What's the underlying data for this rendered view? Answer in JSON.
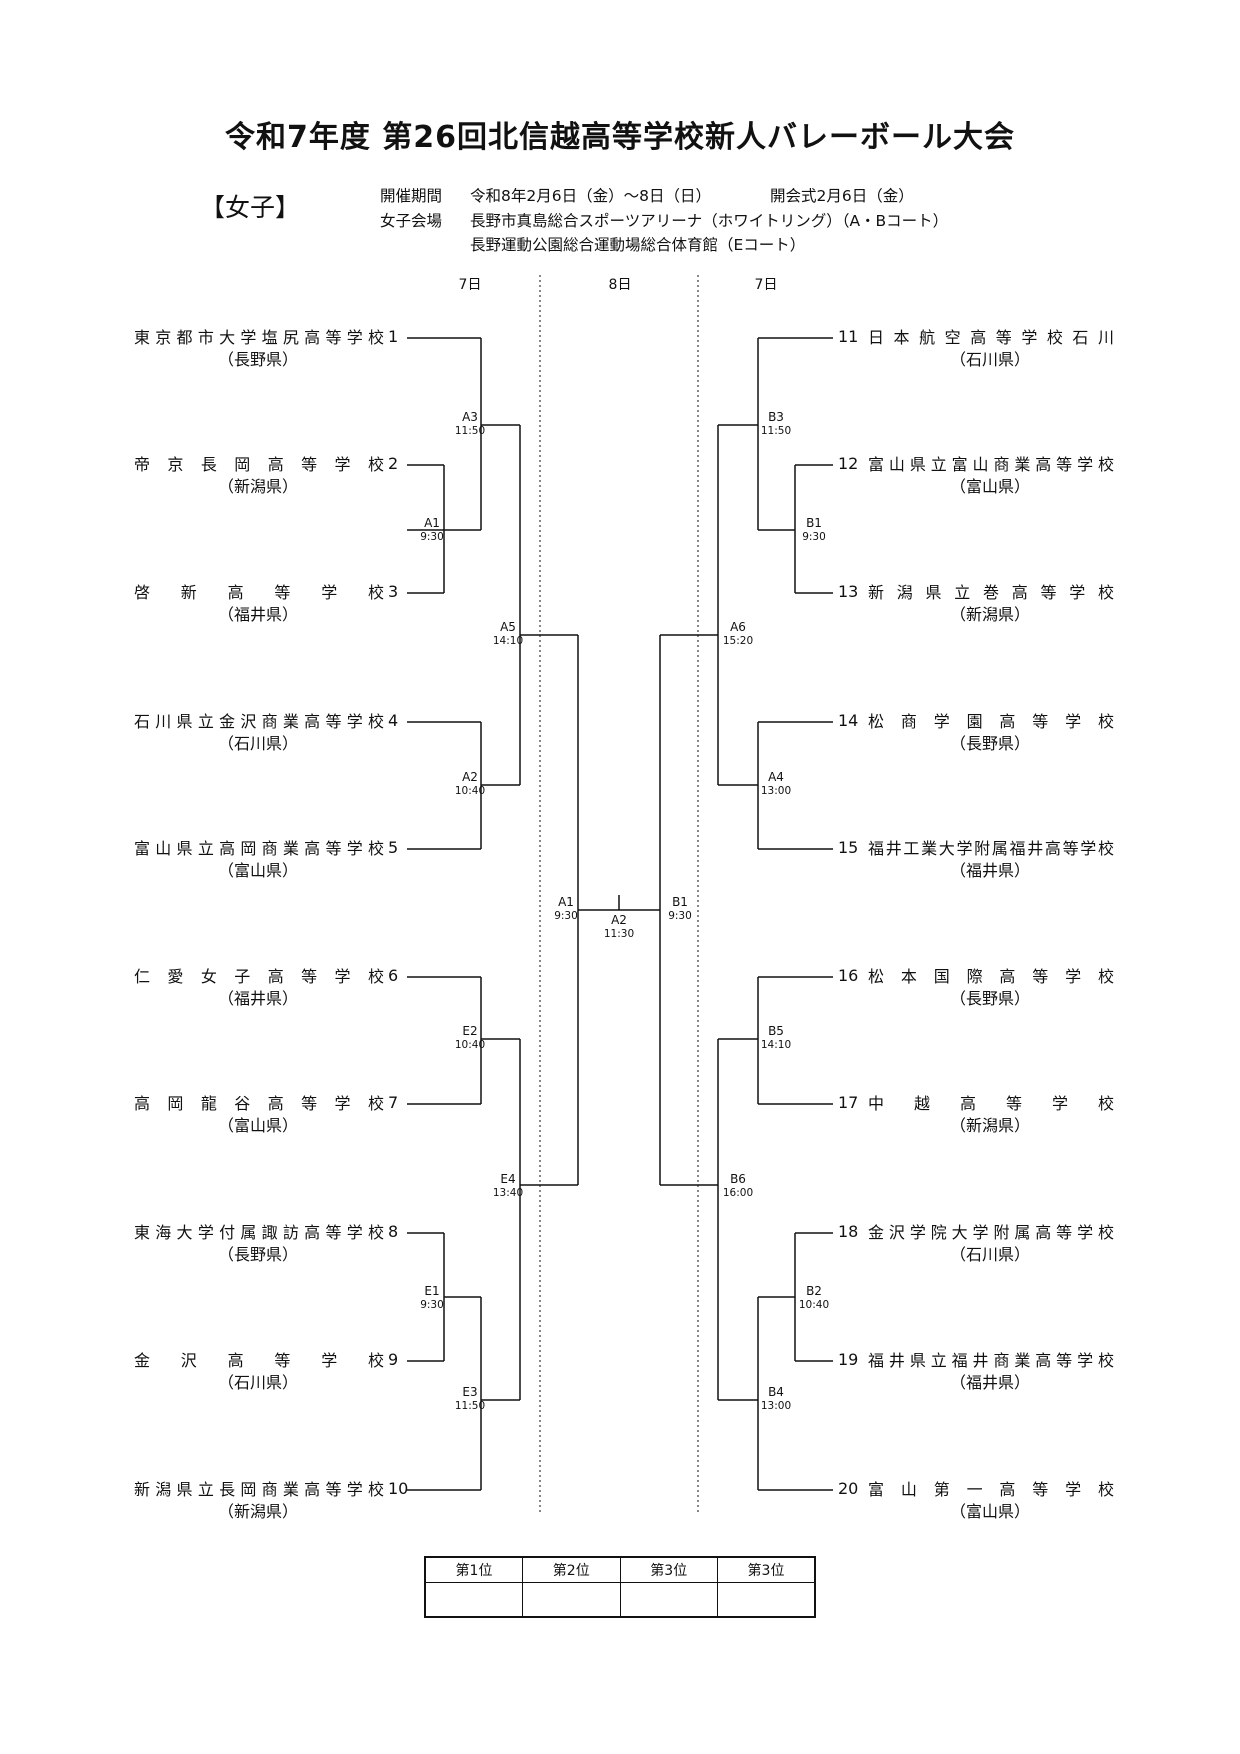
{
  "title": "令和7年度 第26回北信越高等学校新人バレーボール大会",
  "category": "【女子】",
  "info": {
    "period_label": "開催期間",
    "period_value": "令和8年2月6日（金）～8日（日）",
    "opening": "開会式2月6日（金）",
    "venue_label": "女子会場",
    "venue1": "長野市真島総合スポーツアリーナ（ホワイトリング）（A・Bコート）",
    "venue2": "長野運動公園総合運動場総合体育館（Eコート）"
  },
  "days": {
    "left": "7日",
    "center": "8日",
    "right": "7日"
  },
  "left_teams": [
    {
      "num": "1",
      "school": "東京都市大学塩尻高等学校",
      "pref": "（長野県）"
    },
    {
      "num": "2",
      "school": "帝京長岡高等学校",
      "pref": "（新潟県）"
    },
    {
      "num": "3",
      "school": "啓新高等学校",
      "pref": "（福井県）"
    },
    {
      "num": "4",
      "school": "石川県立金沢商業高等学校",
      "pref": "（石川県）"
    },
    {
      "num": "5",
      "school": "富山県立高岡商業高等学校",
      "pref": "（富山県）"
    },
    {
      "num": "6",
      "school": "仁愛女子高等学校",
      "pref": "（福井県）"
    },
    {
      "num": "7",
      "school": "高岡龍谷高等学校",
      "pref": "（富山県）"
    },
    {
      "num": "8",
      "school": "東海大学付属諏訪高等学校",
      "pref": "（長野県）"
    },
    {
      "num": "9",
      "school": "金沢高等学校",
      "pref": "（石川県）"
    },
    {
      "num": "10",
      "school": "新潟県立長岡商業高等学校",
      "pref": "（新潟県）"
    }
  ],
  "right_teams": [
    {
      "num": "11",
      "school": "日本航空高等学校石川",
      "pref": "（石川県）"
    },
    {
      "num": "12",
      "school": "富山県立富山商業高等学校",
      "pref": "（富山県）"
    },
    {
      "num": "13",
      "school": "新潟県立巻高等学校",
      "pref": "（新潟県）"
    },
    {
      "num": "14",
      "school": "松商学園高等学校",
      "pref": "（長野県）"
    },
    {
      "num": "15",
      "school": "福井工業大学附属福井高等学校",
      "pref": "（福井県）"
    },
    {
      "num": "16",
      "school": "松本国際高等学校",
      "pref": "（長野県）"
    },
    {
      "num": "17",
      "school": "中越高等学校",
      "pref": "（新潟県）"
    },
    {
      "num": "18",
      "school": "金沢学院大学附属高等学校",
      "pref": "（石川県）"
    },
    {
      "num": "19",
      "school": "福井県立福井商業高等学校",
      "pref": "（福井県）"
    },
    {
      "num": "20",
      "school": "富山第一高等学校",
      "pref": "（富山県）"
    }
  ],
  "matches": {
    "A1": {
      "code": "A1",
      "time": "9:30"
    },
    "A2": {
      "code": "A2",
      "time": "10:40"
    },
    "A3": {
      "code": "A3",
      "time": "11:50"
    },
    "A5": {
      "code": "A5",
      "time": "14:10"
    },
    "E1": {
      "code": "E1",
      "time": "9:30"
    },
    "E2": {
      "code": "E2",
      "time": "10:40"
    },
    "E3": {
      "code": "E3",
      "time": "11:50"
    },
    "E4": {
      "code": "E4",
      "time": "13:40"
    },
    "B1": {
      "code": "B1",
      "time": "9:30"
    },
    "B2": {
      "code": "B2",
      "time": "10:40"
    },
    "B3": {
      "code": "B3",
      "time": "11:50"
    },
    "B4": {
      "code": "B4",
      "time": "13:00"
    },
    "B5": {
      "code": "B5",
      "time": "14:10"
    },
    "B6": {
      "code": "B6",
      "time": "16:00"
    },
    "A4": {
      "code": "A4",
      "time": "13:00"
    },
    "A6": {
      "code": "A6",
      "time": "15:20"
    },
    "SF_L": {
      "code": "A1",
      "time": "9:30"
    },
    "SF_R": {
      "code": "B1",
      "time": "9:30"
    },
    "FINAL": {
      "code": "A2",
      "time": "11:30"
    }
  },
  "results": {
    "headers": [
      "第1位",
      "第2位",
      "第3位",
      "第3位"
    ]
  }
}
